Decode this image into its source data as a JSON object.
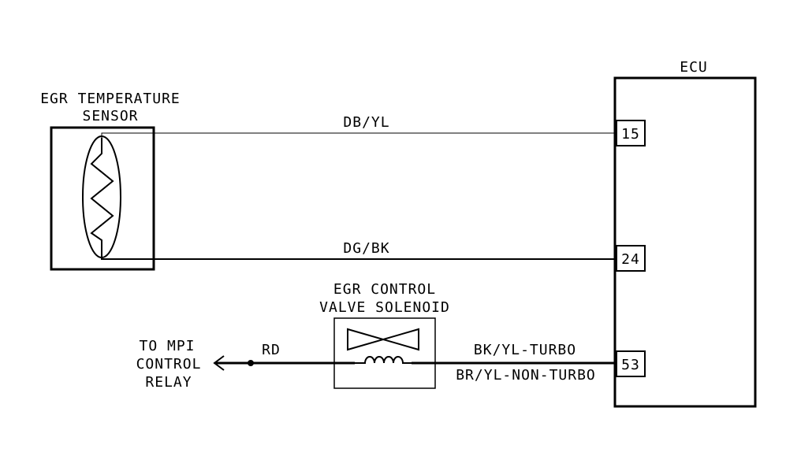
{
  "ecu": {
    "label": "ECU",
    "pins": [
      "15",
      "24",
      "53"
    ]
  },
  "sensor": {
    "label_line1": "EGR TEMPERATURE",
    "label_line2": "SENSOR",
    "icon": "thermistor-icon"
  },
  "solenoid": {
    "label_line1": "EGR CONTROL",
    "label_line2": "VALVE SOLENOID",
    "icons": [
      "valve-icon",
      "coil-icon"
    ]
  },
  "wires": {
    "w1": "DB/YL",
    "w2": "DG/BK",
    "w3_turbo": "BK/YL-TURBO",
    "w3_nonturbo": "BR/YL-NON-TURBO",
    "rd": "RD"
  },
  "destination": {
    "line1": "TO MPI",
    "line2": "CONTROL",
    "line3": "RELAY"
  },
  "colors": {
    "line": "#000000",
    "background": "#ffffff"
  }
}
